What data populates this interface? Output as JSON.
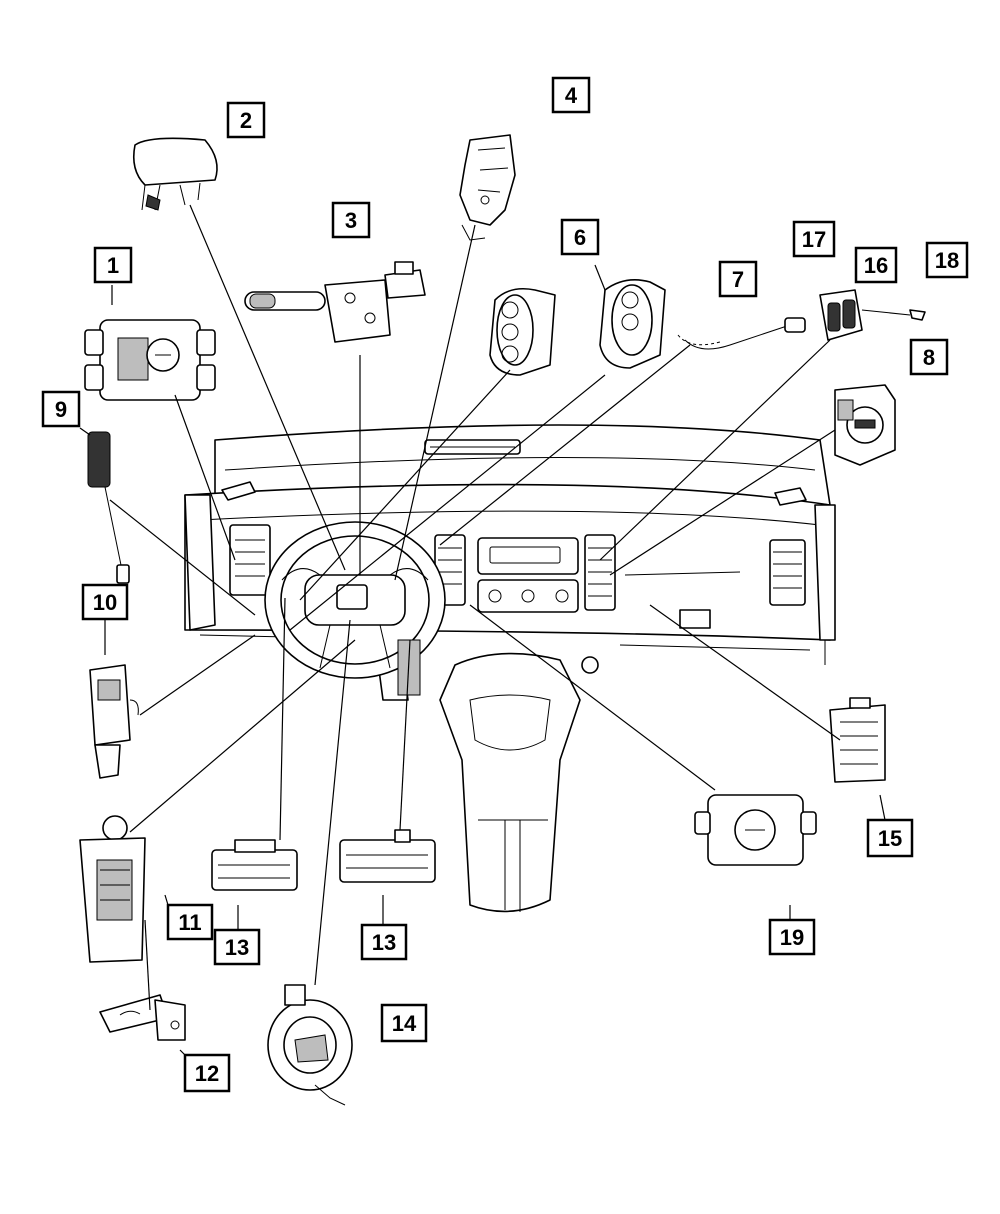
{
  "callouts": [
    {
      "id": "c1",
      "label": "1"
    },
    {
      "id": "c2",
      "label": "2"
    },
    {
      "id": "c3",
      "label": "3"
    },
    {
      "id": "c4",
      "label": "4"
    },
    {
      "id": "c6",
      "label": "6"
    },
    {
      "id": "c7",
      "label": "7"
    },
    {
      "id": "c8",
      "label": "8"
    },
    {
      "id": "c9",
      "label": "9"
    },
    {
      "id": "c10",
      "label": "10"
    },
    {
      "id": "c11",
      "label": "11"
    },
    {
      "id": "c12",
      "label": "12"
    },
    {
      "id": "c13a",
      "label": "13"
    },
    {
      "id": "c13b",
      "label": "13"
    },
    {
      "id": "c14",
      "label": "14"
    },
    {
      "id": "c15",
      "label": "15"
    },
    {
      "id": "c16",
      "label": "16"
    },
    {
      "id": "c17",
      "label": "17"
    },
    {
      "id": "c18",
      "label": "18"
    },
    {
      "id": "c19",
      "label": "19"
    }
  ]
}
